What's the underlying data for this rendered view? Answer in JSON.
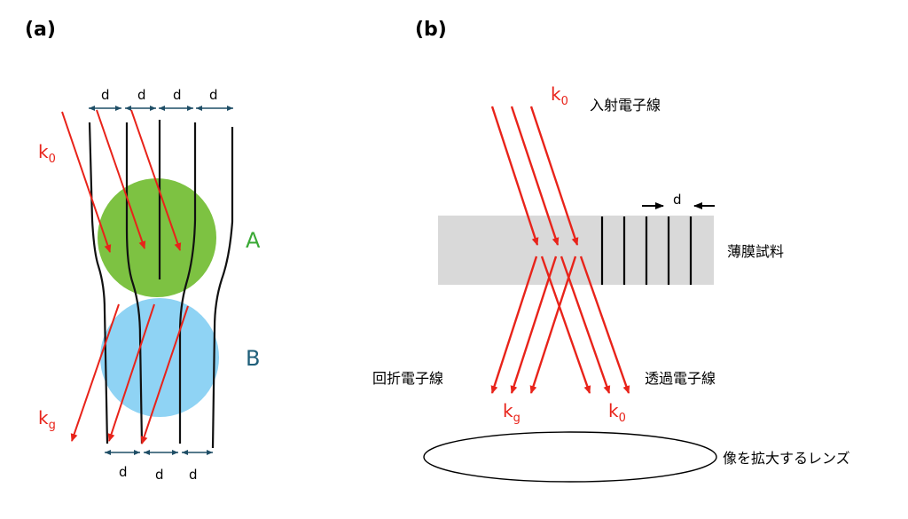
{
  "panel_a": {
    "label": "(a)",
    "spacing_label": "d",
    "incident_k": "k",
    "incident_k_sub": "0",
    "diffracted_k": "k",
    "diffracted_k_sub": "g",
    "region_a": "A",
    "region_b": "B"
  },
  "panel_b": {
    "label": "(b)",
    "spacing_label": "d",
    "incident_k": "k",
    "incident_k_sub": "0",
    "diffracted_k": "k",
    "diffracted_k_sub": "g",
    "transmitted_k": "k",
    "transmitted_k_sub": "0",
    "incident_beam": "入射電子線",
    "thin_film": "薄膜試料",
    "diffracted_beam": "回折電子線",
    "transmitted_beam": "透過電子線",
    "lens": "像を拡大するレンズ"
  },
  "colors": {
    "beam": "#e8231a",
    "region_a": "#7dc242",
    "region_b": "#8fd3f4",
    "region_a_text": "#3aa935",
    "region_b_text": "#1f5f7a",
    "arrow": "#1f4e66",
    "film": "#d9d9d9"
  }
}
